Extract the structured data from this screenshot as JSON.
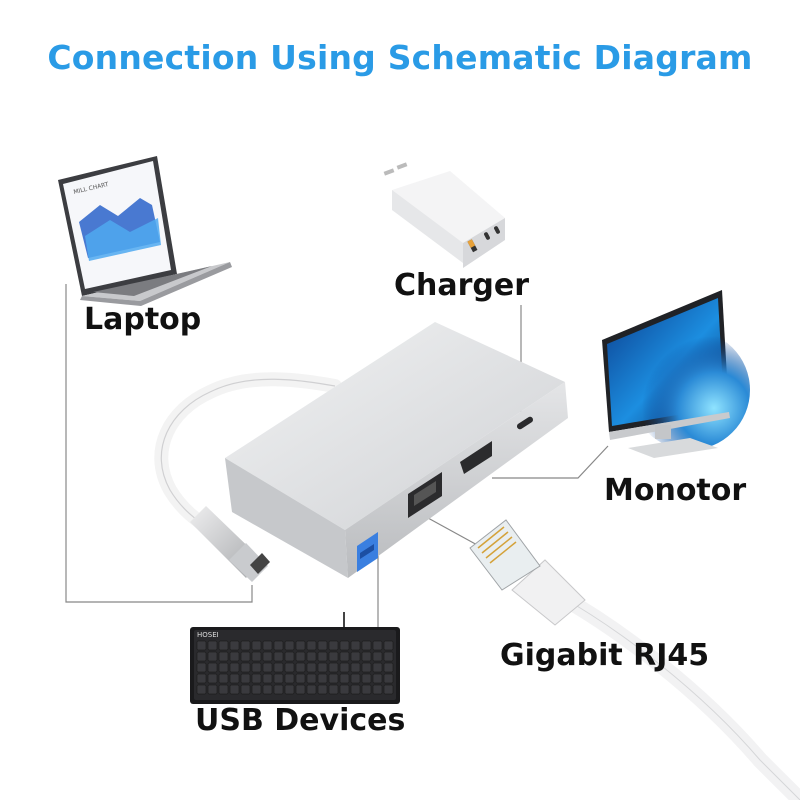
{
  "title": "Connection Using Schematic Diagram",
  "labels": {
    "laptop": "Laptop",
    "charger": "Charger",
    "monitor": "Monotor",
    "rj45": "Gigabit RJ45",
    "usb": "USB Devices"
  },
  "device_text": {
    "laptop_screen": "MILL CHART",
    "keyboard_brand": "HOSEI"
  },
  "colors": {
    "title": "#2a9be6",
    "label": "#111111",
    "line": "#888888",
    "hub": "#d9dadc",
    "usb_port": "#3a7fe0"
  }
}
